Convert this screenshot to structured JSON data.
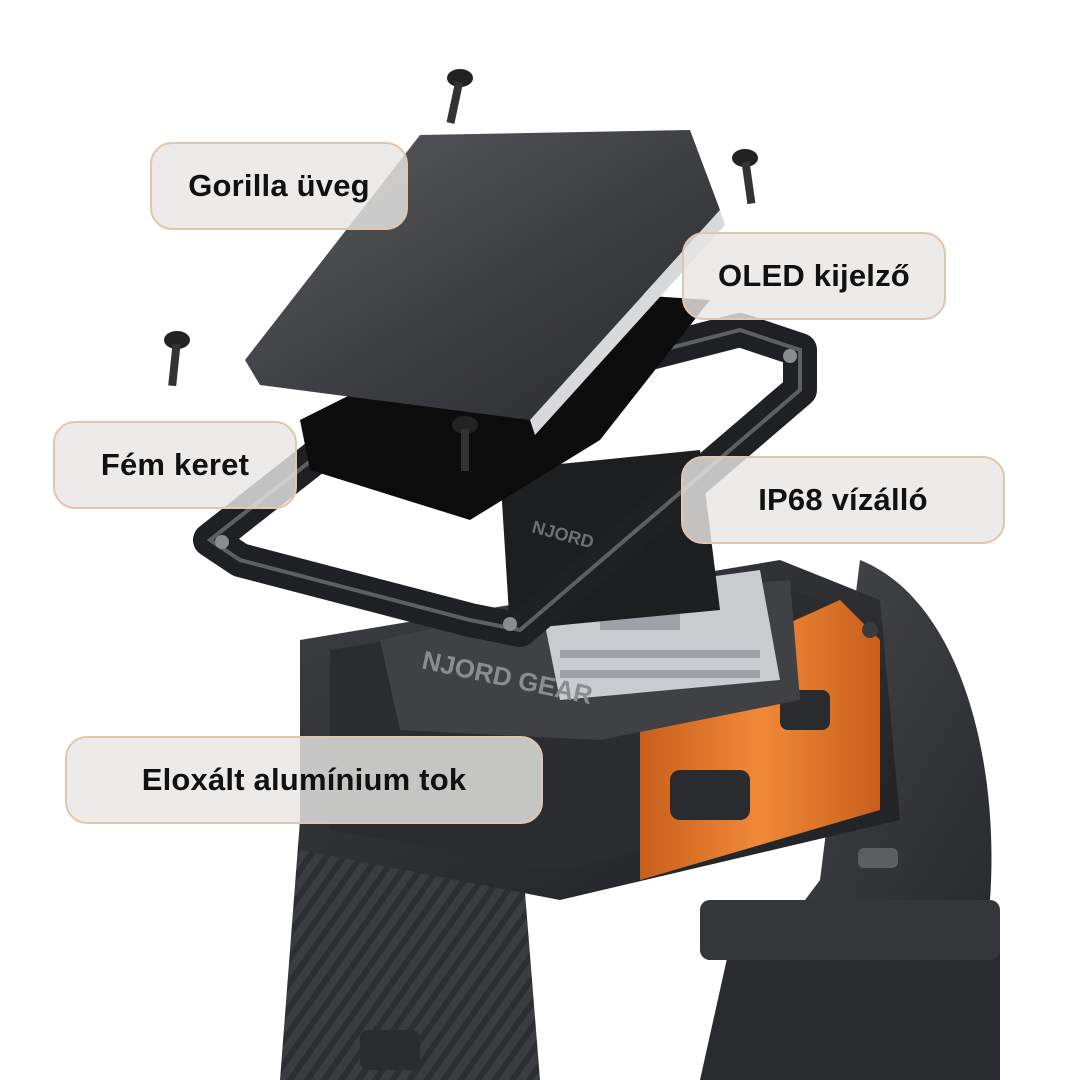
{
  "labels": {
    "gorilla_glass": "Gorilla üveg",
    "oled_display": "OLED kijelző",
    "metal_frame": "Fém keret",
    "waterproof": "IP68 vízálló",
    "case": "Eloxált alumínium tok"
  },
  "watch": {
    "brand_print_1": "NJORD",
    "brand_print_2": "NJORD GEAR"
  },
  "colors": {
    "accent_orange": "#e8792a",
    "body_dark": "#2e3034",
    "glass": "#3a3b3e",
    "label_bg": "#e8e7e5",
    "label_border": "#e2c5ac"
  }
}
